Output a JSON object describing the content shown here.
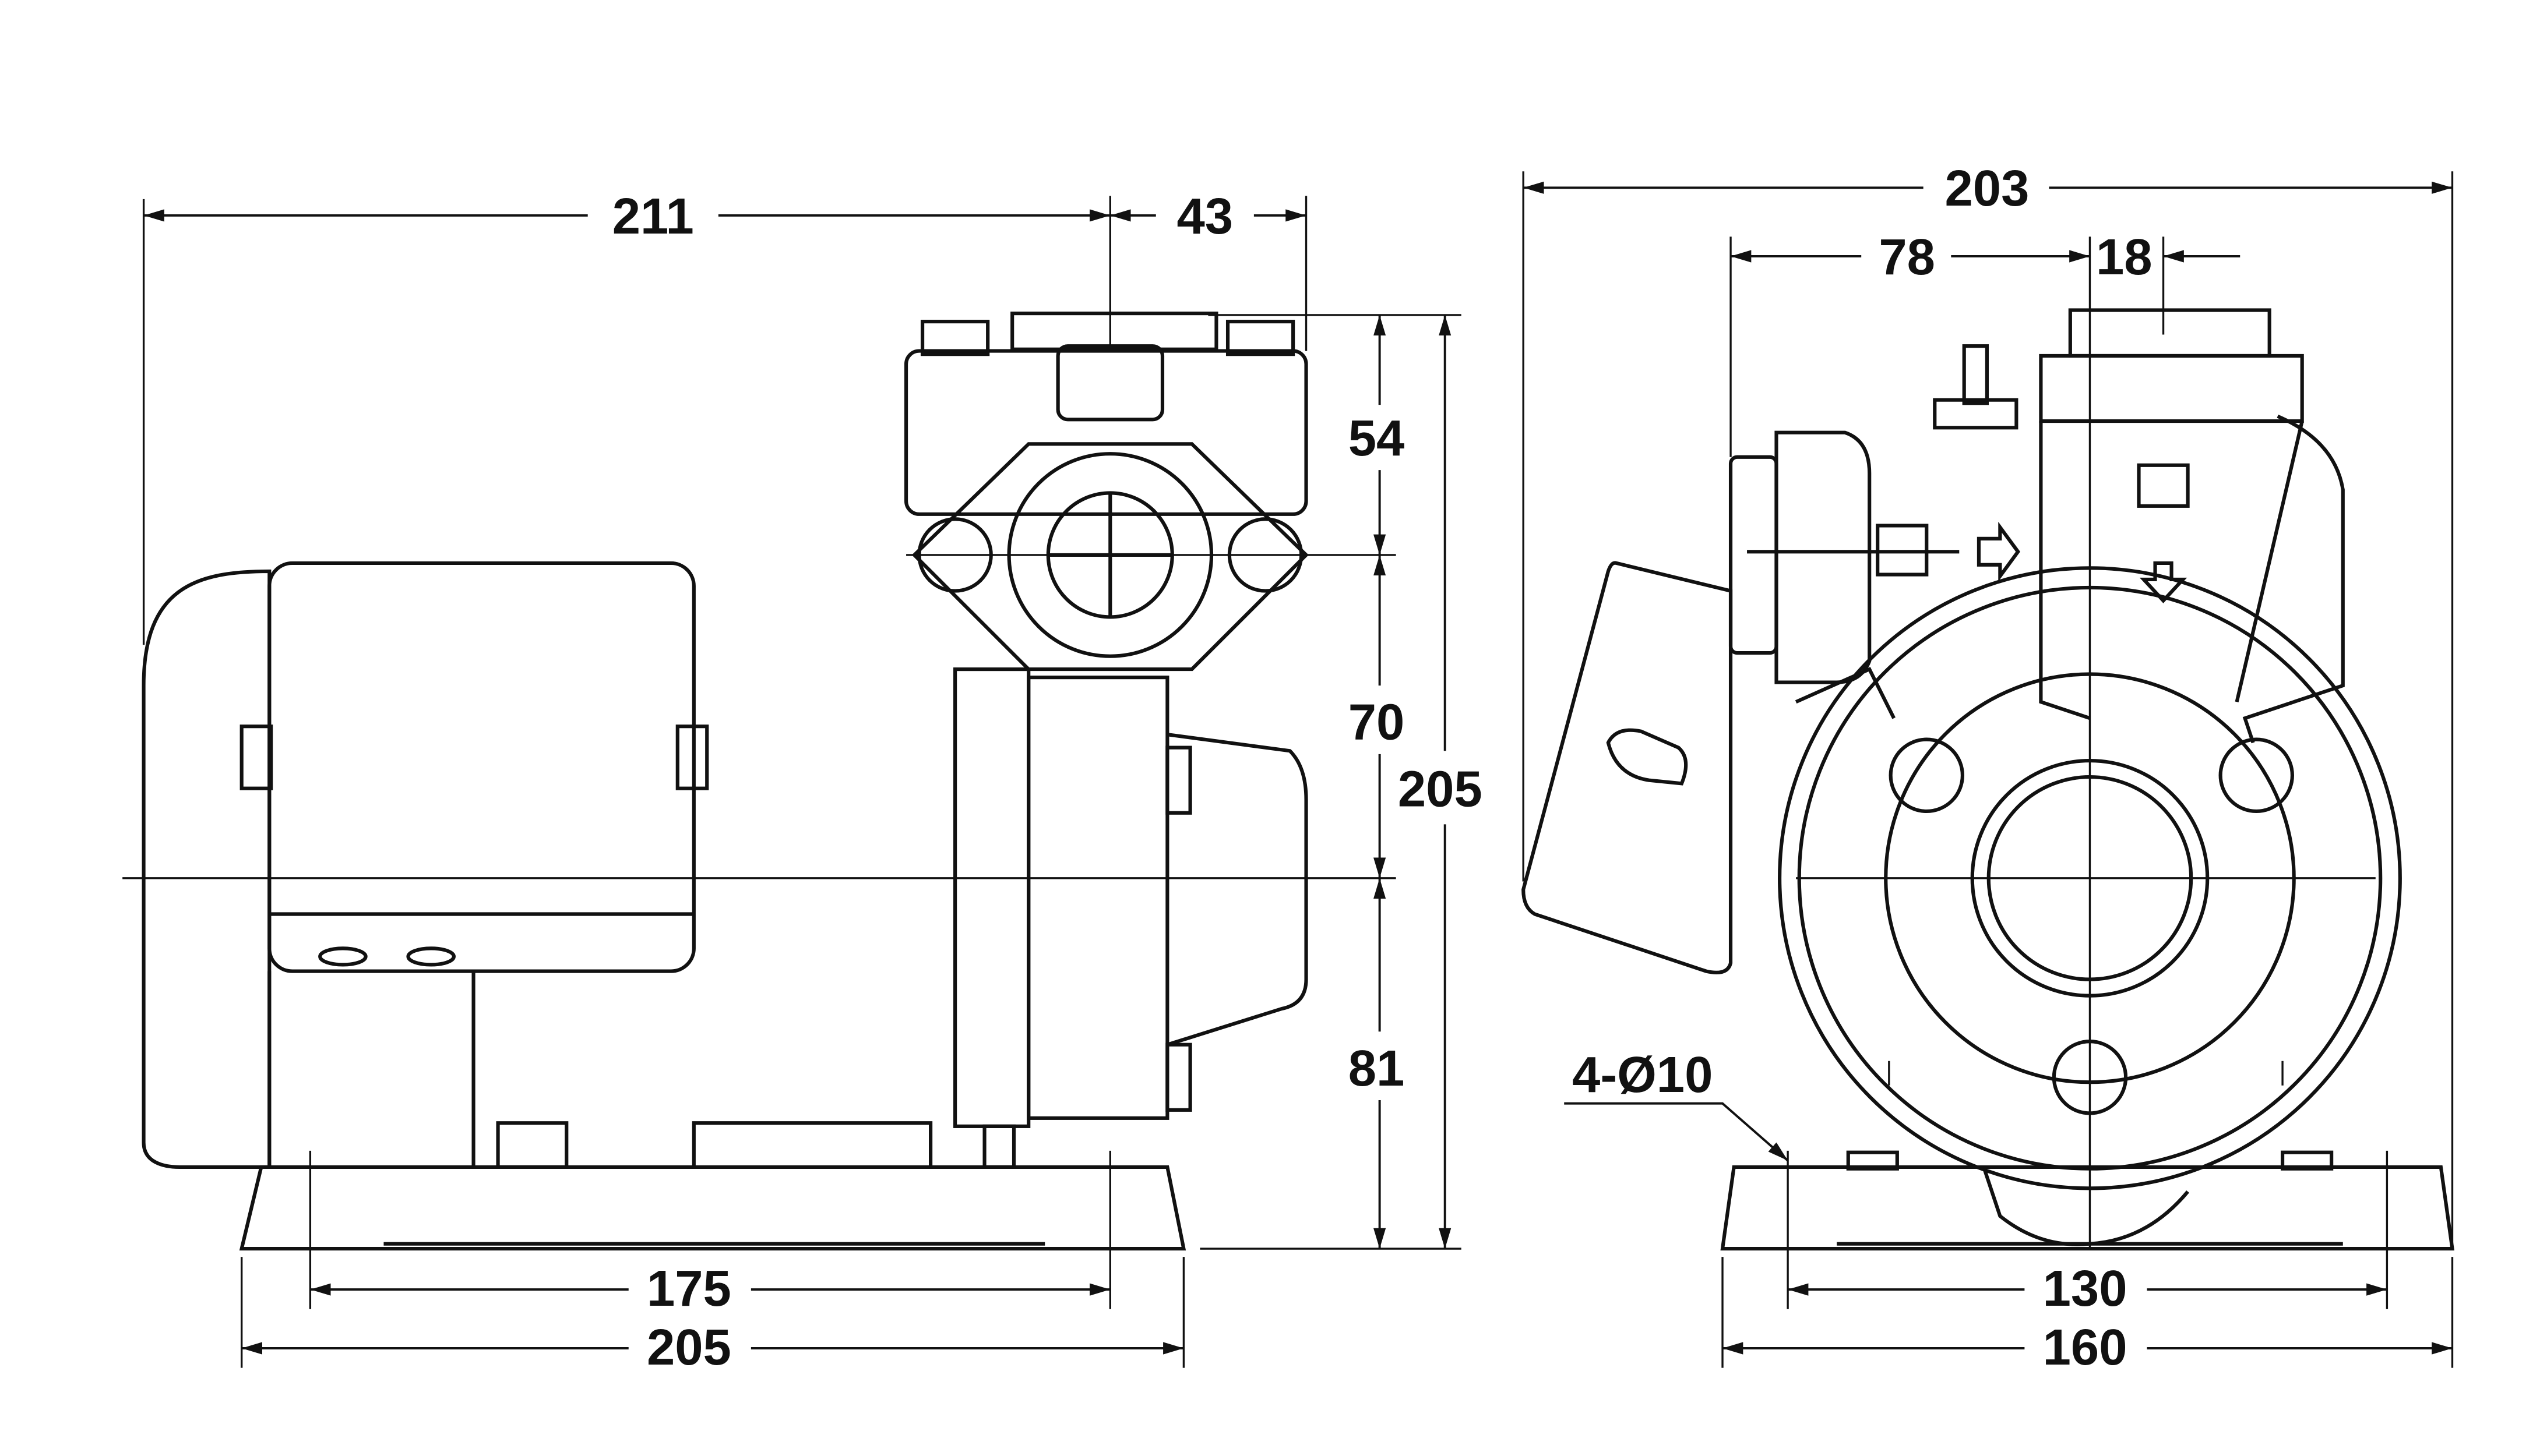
{
  "side_view": {
    "overall_length": "211",
    "outlet_offset": "43",
    "outlet_height_top": "54",
    "outlet_to_axis": "70",
    "axis_height": "81",
    "total_height": "205",
    "mount_hole_spacing": "175",
    "base_length": "205"
  },
  "front_view": {
    "overall_width": "203",
    "left_to_axis": "78",
    "axis_to_outlet": "18",
    "mount_holes": "4-Ø10",
    "mount_hole_spacing": "130",
    "base_width": "160"
  }
}
